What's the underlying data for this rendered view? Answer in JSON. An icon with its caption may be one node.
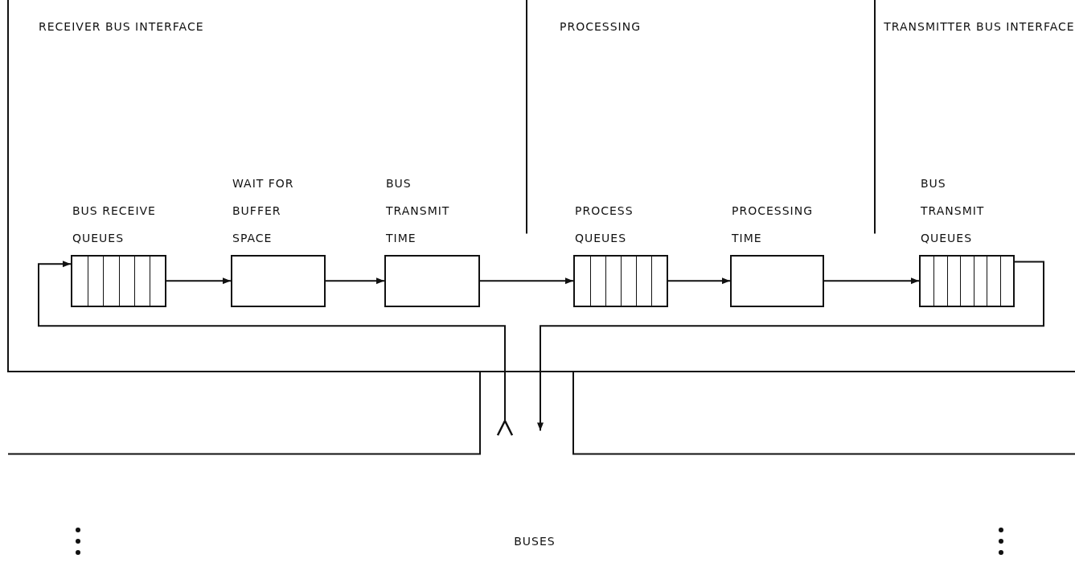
{
  "diagram": {
    "nodes": [
      {
        "text": [
          "BUS RECEIVE QUEUES"
        ]
      },
      {
        "text": [
          "WAIT FOR BUFFER SPACE"
        ]
      },
      {
        "text": [
          "BUS TRANSMIT TIME"
        ]
      },
      {
        "text": [
          "PROCESS QUEUES"
        ]
      },
      {
        "text": [
          "PROCESSING TIME"
        ]
      },
      {
        "text": [
          "BUS TRANSMIT QUEUES"
        ]
      },
      {
        "text": [
          "BUSES"
        ]
      }
    ],
    "edges": [
      {
        "from": 0,
        "to": 1,
        "arrow": "to"
      },
      {
        "from": 1,
        "to": 2,
        "arrow": "to"
      },
      {
        "from": 2,
        "to": 3,
        "arrow": "to"
      },
      {
        "from": 3,
        "to": 4,
        "arrow": "to"
      },
      {
        "from": 4,
        "to": 5,
        "arrow": "to"
      },
      {
        "from": 5,
        "to": 6,
        "arrow": "to"
      },
      {
        "from": 6,
        "to": 0,
        "arrow": "to"
      }
    ],
    "labels": [
      "RECEIVER BUS INTERFACE",
      "PROCESSING",
      "TRANSMITTER BUS INTERFACE"
    ]
  }
}
